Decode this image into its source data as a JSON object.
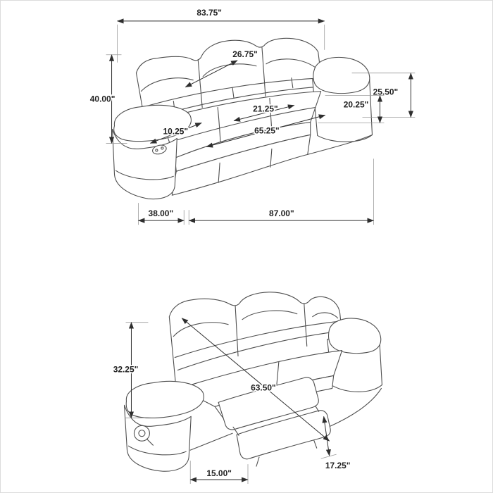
{
  "colors": {
    "artwork_line": "#4f4f4f",
    "dimension_line": "#2e2e2e",
    "background": "#ffffff"
  },
  "views": {
    "top": {
      "back_width": "83.75\"",
      "back_cushion_diagonal": "26.75\"",
      "overall_height": "40.00\"",
      "arm_outer_height": "25.50\"",
      "arm_inner_height": "20.25\"",
      "seat_depth": "21.25\"",
      "seat_width": "65.25\"",
      "armrest_width": "10.25\"",
      "overall_depth": "38.00\"",
      "overall_width": "87.00\""
    },
    "reclined": {
      "back_height": "32.25\"",
      "reclined_length": "63.50\"",
      "footrest_extension": "15.00\"",
      "footrest_height": "17.25\""
    }
  }
}
